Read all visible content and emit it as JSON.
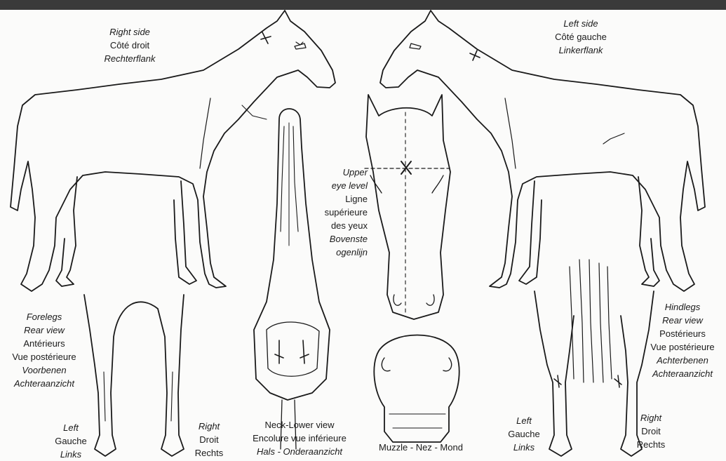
{
  "figure": {
    "right_side": {
      "en": "Right side",
      "fr": "Côté droit",
      "nl": "Rechterflank"
    },
    "left_side": {
      "en": "Left side",
      "fr": "Côté gauche",
      "nl": "Linkerflank"
    },
    "eye_level": {
      "line1": "Upper",
      "line2": "eye level",
      "line3": "Ligne",
      "line4": "supérieure",
      "line5": "des yeux",
      "line6": "Bovenste",
      "line7": "ogenlijn"
    },
    "forelegs": {
      "en1": "Forelegs",
      "en2": "Rear view",
      "fr1": "Antérieurs",
      "fr2": "Vue postérieure",
      "nl1": "Voorbenen",
      "nl2": "Achteraanzicht"
    },
    "hindlegs": {
      "en1": "Hindlegs",
      "en2": "Rear view",
      "fr1": "Postérieurs",
      "fr2": "Vue postérieure",
      "nl1": "Achterbenen",
      "nl2": "Achteraanzicht"
    },
    "fore_left": {
      "en": "Left",
      "fr": "Gauche",
      "nl": "Links"
    },
    "fore_right": {
      "en": "Right",
      "fr": "Droit",
      "nl": "Rechts"
    },
    "hind_left": {
      "en": "Left",
      "fr": "Gauche",
      "nl": "Links"
    },
    "hind_right": {
      "en": "Right",
      "fr": "Droit",
      "nl": "Rechts"
    },
    "neck": {
      "line1": "Neck-Lower view",
      "line2": "Encolure vue inférieure",
      "line3": "Hals - Onderaanzicht"
    },
    "muzzle": "Muzzle - Nez - Mond"
  }
}
